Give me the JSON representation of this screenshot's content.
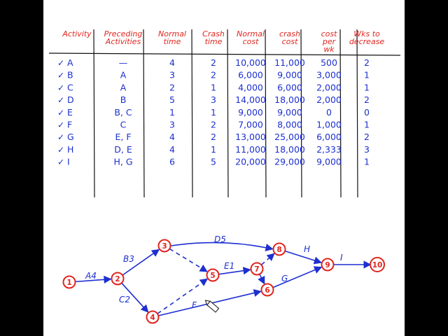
{
  "table": {
    "headers": [
      [
        "Activity"
      ],
      [
        "Preceding",
        "Activities"
      ],
      [
        "Normal",
        "time"
      ],
      [
        "Crash",
        "time"
      ],
      [
        "Normal",
        "cost"
      ],
      [
        "crash",
        "cost"
      ],
      [
        "cost",
        "per",
        "wk"
      ],
      [
        "Wks to",
        "decrease"
      ]
    ],
    "rows": [
      {
        "check": "✓",
        "cells": [
          "A",
          "—",
          "4",
          "2",
          "10,000",
          "11,000",
          "500",
          "2"
        ]
      },
      {
        "check": "✓",
        "cells": [
          "B",
          "A",
          "3",
          "2",
          "6,000",
          "9,000",
          "3,000",
          "1"
        ]
      },
      {
        "check": "✓",
        "cells": [
          "C",
          "A",
          "2",
          "1",
          "4,000",
          "6,000",
          "2,000",
          "1"
        ]
      },
      {
        "check": "✓",
        "cells": [
          "D",
          "B",
          "5",
          "3",
          "14,000",
          "18,000",
          "2,000",
          "2"
        ]
      },
      {
        "check": "✓",
        "cells": [
          "E",
          "B, C",
          "1",
          "1",
          "9,000",
          "9,000",
          "0",
          "0"
        ]
      },
      {
        "check": "✓",
        "cells": [
          "F",
          "C",
          "3",
          "2",
          "7,000",
          "8,000",
          "1,000",
          "1"
        ]
      },
      {
        "check": "✓",
        "cells": [
          "G",
          "E, F",
          "4",
          "2",
          "13,000",
          "25,000",
          "6,000",
          "2"
        ]
      },
      {
        "check": "✓",
        "cells": [
          "H",
          "D, E",
          "4",
          "1",
          "11,000",
          "18,000",
          "2,333",
          "3"
        ]
      },
      {
        "check": "✓",
        "cells": [
          "I",
          "H, G",
          "6",
          "5",
          "20,000",
          "29,000",
          "9,000",
          "1"
        ]
      }
    ]
  },
  "network": {
    "nodes": [
      {
        "id": "1",
        "label": "1"
      },
      {
        "id": "2",
        "label": "2"
      },
      {
        "id": "3",
        "label": "3"
      },
      {
        "id": "4",
        "label": "4"
      },
      {
        "id": "5",
        "label": "5"
      },
      {
        "id": "6",
        "label": "6"
      },
      {
        "id": "7",
        "label": "7"
      },
      {
        "id": "8",
        "label": "8"
      },
      {
        "id": "9",
        "label": "9"
      },
      {
        "id": "10",
        "label": "10"
      }
    ],
    "edges": [
      {
        "from": "1",
        "to": "2",
        "label": "A4",
        "dashed": false
      },
      {
        "from": "2",
        "to": "3",
        "label": "B3",
        "dashed": false
      },
      {
        "from": "2",
        "to": "4",
        "label": "C2",
        "dashed": false
      },
      {
        "from": "3",
        "to": "8",
        "label": "D5",
        "dashed": false
      },
      {
        "from": "3",
        "to": "5",
        "label": "",
        "dashed": true
      },
      {
        "from": "4",
        "to": "5",
        "label": "",
        "dashed": true
      },
      {
        "from": "5",
        "to": "7",
        "label": "E1",
        "dashed": false
      },
      {
        "from": "7",
        "to": "8",
        "label": "",
        "dashed": true
      },
      {
        "from": "7",
        "to": "6",
        "label": "",
        "dashed": true
      },
      {
        "from": "4",
        "to": "6",
        "label": "F",
        "dashed": false
      },
      {
        "from": "6",
        "to": "9",
        "label": "G",
        "dashed": false
      },
      {
        "from": "8",
        "to": "9",
        "label": "H",
        "dashed": false
      },
      {
        "from": "9",
        "to": "10",
        "label": "I",
        "dashed": false
      }
    ]
  },
  "cursor": {
    "icon": "pen-cursor-icon"
  }
}
